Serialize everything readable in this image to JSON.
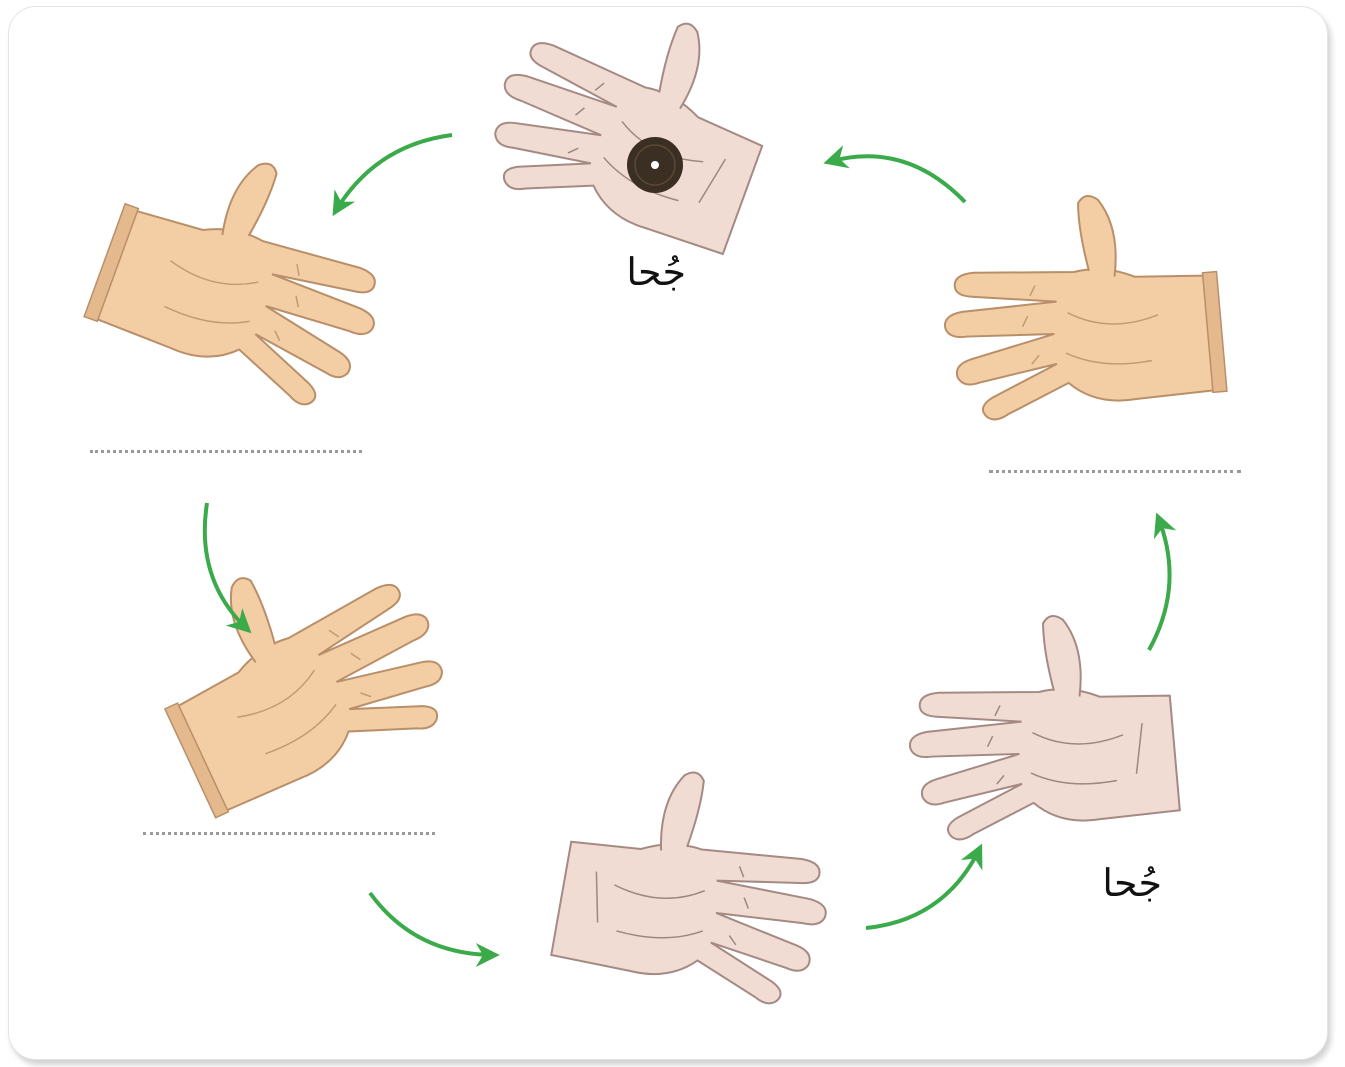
{
  "diagram": {
    "labels": {
      "top_hand": "جُحا",
      "bottom_right_hand": "جُحا"
    },
    "answer_blanks": [
      {
        "position": "left-upper",
        "value": ""
      },
      {
        "position": "left-lower",
        "value": ""
      },
      {
        "position": "right-upper",
        "value": ""
      }
    ],
    "arrow_direction": "counter-clockwise",
    "colors": {
      "arrow": "#3aaa4a",
      "skin": "#f3cda3",
      "skin_pale": "#f1dcd4",
      "line": "#b98f6a",
      "coin": "#3b2e22"
    },
    "hand_count": 6,
    "coin_holder": "top_hand"
  }
}
